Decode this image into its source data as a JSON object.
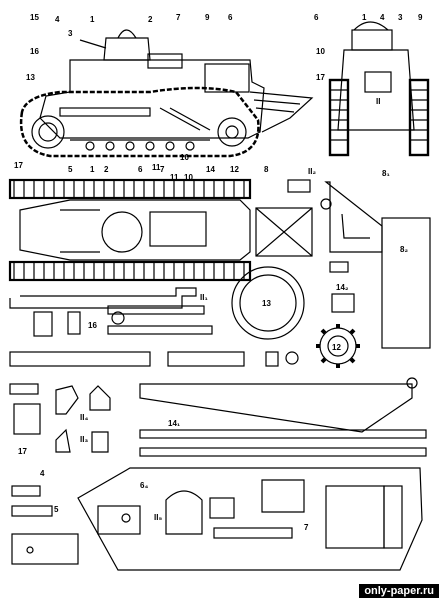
{
  "labels": {
    "side": [
      "15",
      "4",
      "3",
      "1",
      "2",
      "7",
      "9",
      "6",
      "16",
      "13",
      "17",
      "11",
      "10",
      "14",
      "12"
    ],
    "front": [
      "6",
      "1",
      "4",
      "3",
      "9",
      "10",
      "17",
      "II"
    ],
    "top": [
      "5",
      "1",
      "2",
      "6",
      "7",
      "8",
      "10",
      "11"
    ],
    "parts": [
      "II₂",
      "8₁",
      "8₂",
      "II₁",
      "13",
      "14₂",
      "16",
      "12",
      "II₄",
      "II₃",
      "14₁",
      "17",
      "4",
      "5",
      "6₄",
      "II₅",
      "7"
    ]
  },
  "watermark": "only-paper.ru"
}
